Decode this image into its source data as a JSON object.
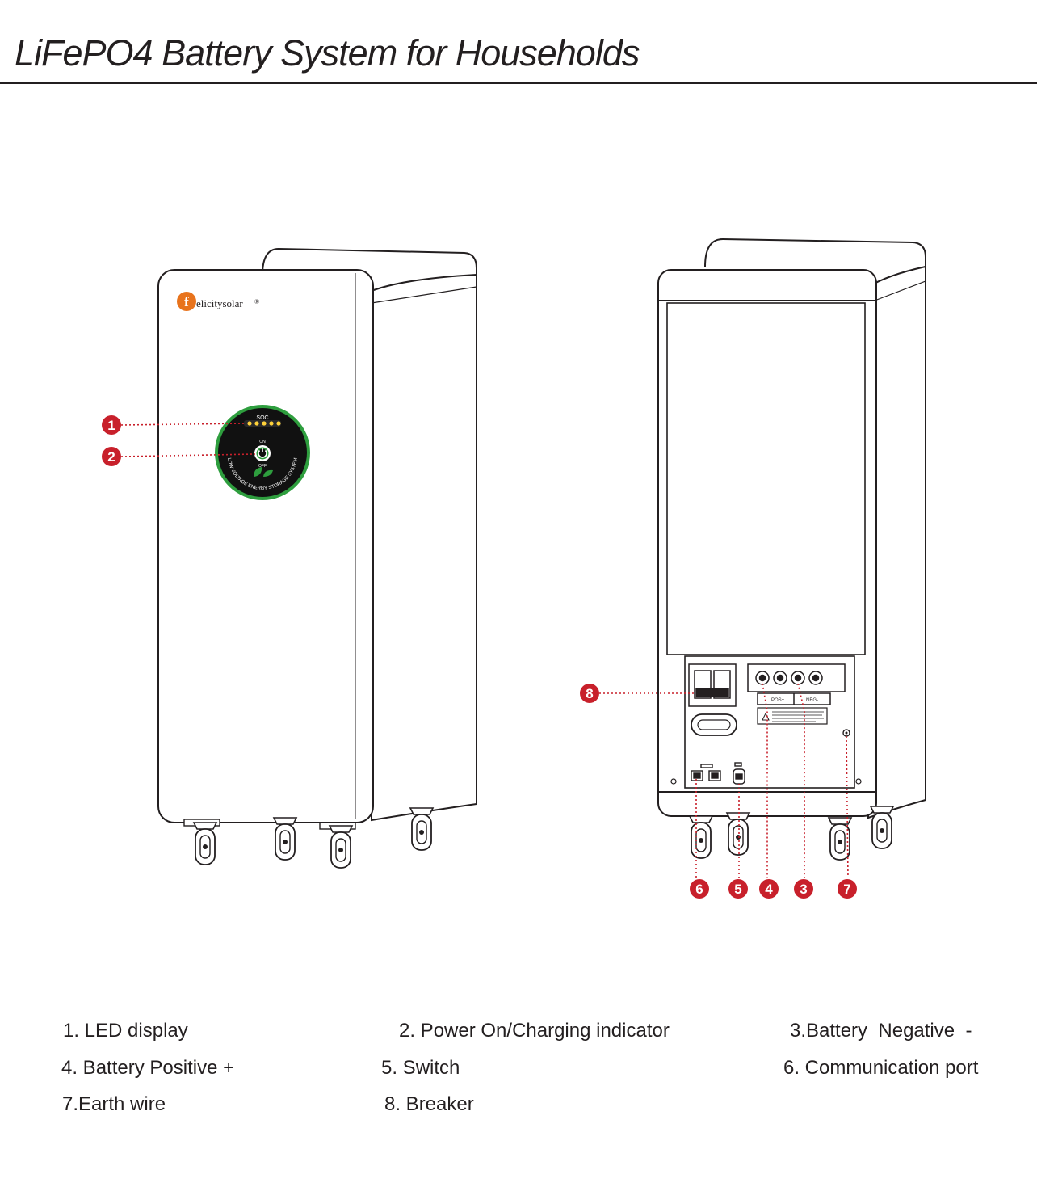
{
  "title": "LiFePO4 Battery System for Households",
  "brand": {
    "logo_letter": "f",
    "name": "elicitysolar",
    "registered": "®"
  },
  "panel": {
    "soc_label": "SOC",
    "ring_text": "LOW VOLTAGE ENERGY STORAGE SYSTEM",
    "on_label": "ON",
    "off_label": "OFF"
  },
  "rear": {
    "pos_label": "POS+",
    "neg_label": "NEG-"
  },
  "callouts": [
    "1",
    "2",
    "3",
    "4",
    "5",
    "6",
    "7",
    "8"
  ],
  "legend": [
    "1. LED display",
    "2. Power On/Charging indicator",
    "3.Battery  Negative  -",
    "4. Battery Positive +",
    "5. Switch",
    "6. Communication port",
    "7.Earth wire",
    "8. Breaker"
  ],
  "colors": {
    "callout": "#c8202b",
    "ring": "#2e9e3e",
    "accent": "#e8731c",
    "line": "#231f20"
  }
}
